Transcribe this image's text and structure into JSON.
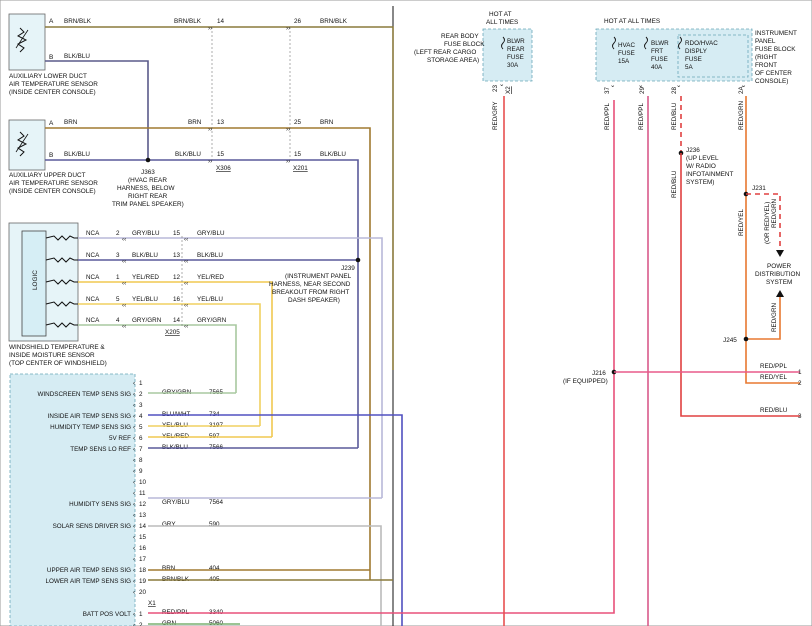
{
  "sensors": {
    "lower_duct": {
      "label_1": "AUXILIARY LOWER DUCT",
      "label_2": "AIR TEMPERATURE SENSOR",
      "label_3": "(INSIDE CENTER CONSOLE)",
      "pin_a": "A",
      "pin_b": "B"
    },
    "upper_duct": {
      "label_1": "AUXILIARY UPPER DUCT",
      "label_2": "AIR TEMPERATURE SENSOR",
      "label_3": "(INSIDE CENTER CONSOLE)",
      "pin_a": "A",
      "pin_b": "B"
    },
    "windshield": {
      "logic": "LOGIC",
      "label_1": "WINDSHIELD TEMPERATURE &",
      "label_2": "INSIDE MOISTURE SENSOR",
      "label_3": "(TOP CENTER OF WINDSHIELD)"
    }
  },
  "top_wires": [
    {
      "c1": "BRN/BLK",
      "c2": "BRN/BLK",
      "p1": "14",
      "p2": "26",
      "c3": "BRN/BLK"
    },
    {
      "c1": "BLK/BLU"
    },
    {
      "c1": "BRN",
      "c2": "BRN",
      "p1": "13",
      "p2": "25",
      "c3": "BRN"
    },
    {
      "c1": "BLK/BLU",
      "c2": "BLK/BLU",
      "p1": "15",
      "p2": "15",
      "c3": "BLK/BLU"
    }
  ],
  "conn_labels": {
    "x306": "X306",
    "x201": "X201",
    "x205": "X205",
    "x1": "X1"
  },
  "splices": {
    "j363": {
      "name": "J363",
      "desc_1": "(HVAC REAR",
      "desc_2": "HARNESS, BELOW",
      "desc_3": "RIGHT REAR",
      "desc_4": "TRIM PANEL SPEAKER)"
    },
    "j239": {
      "name": "J239",
      "desc_1": "(INSTRUMENT PANEL",
      "desc_2": "HARNESS, NEAR SECOND",
      "desc_3": "BREAKOUT FROM RIGHT",
      "desc_4": "DASH SPEAKER)"
    },
    "j236": {
      "name": "J236",
      "desc_1": "(UP LEVEL",
      "desc_2": "W/ RADIO",
      "desc_3": "INFOTAINMENT",
      "desc_4": "SYSTEM)"
    },
    "j231": {
      "name": "J231"
    },
    "j245": {
      "name": "J245"
    },
    "j216": {
      "name": "J216",
      "desc": "(IF EQUIPPED)"
    }
  },
  "ws_wires": [
    {
      "nca": "NCA",
      "pin": "2",
      "color": "GRY/BLU",
      "cpin": "15",
      "color2": "GRY/BLU"
    },
    {
      "nca": "NCA",
      "pin": "3",
      "color": "BLK/BLU",
      "cpin": "13",
      "color2": "BLK/BLU"
    },
    {
      "nca": "NCA",
      "pin": "1",
      "color": "YEL/RED",
      "cpin": "12",
      "color2": "YEL/RED"
    },
    {
      "nca": "NCA",
      "pin": "5",
      "color": "YEL/BLU",
      "cpin": "16",
      "color2": "YEL/BLU"
    },
    {
      "nca": "NCA",
      "pin": "4",
      "color": "GRY/GRN",
      "cpin": "14",
      "color2": "GRY/GRN"
    }
  ],
  "module": {
    "pins": [
      {
        "n": "1",
        "name": "",
        "color": "",
        "circuit": ""
      },
      {
        "n": "2",
        "name": "WINDSCREEN TEMP SENS SIG",
        "color": "GRY/GRN",
        "circuit": "7565"
      },
      {
        "n": "3",
        "name": "",
        "color": "",
        "circuit": ""
      },
      {
        "n": "4",
        "name": "INSIDE AIR TEMP SENS SIG",
        "color": "BLU/WHT",
        "circuit": "734"
      },
      {
        "n": "5",
        "name": "HUMIDITY TEMP SENS SIG",
        "color": "YEL/BLU",
        "circuit": "3197"
      },
      {
        "n": "6",
        "name": "5V REF",
        "color": "YEL/RED",
        "circuit": "597"
      },
      {
        "n": "7",
        "name": "TEMP SENS LO REF",
        "color": "BLK/BLU",
        "circuit": "7566"
      },
      {
        "n": "8",
        "name": "",
        "color": "",
        "circuit": ""
      },
      {
        "n": "9",
        "name": "",
        "color": "",
        "circuit": ""
      },
      {
        "n": "10",
        "name": "",
        "color": "",
        "circuit": ""
      },
      {
        "n": "11",
        "name": "",
        "color": "",
        "circuit": ""
      },
      {
        "n": "12",
        "name": "HUMIDITY SENS SIG",
        "color": "GRY/BLU",
        "circuit": "7564"
      },
      {
        "n": "13",
        "name": "",
        "color": "",
        "circuit": ""
      },
      {
        "n": "14",
        "name": "SOLAR SENS DRIVER SIG",
        "color": "GRY",
        "circuit": "590"
      },
      {
        "n": "15",
        "name": "",
        "color": "",
        "circuit": ""
      },
      {
        "n": "16",
        "name": "",
        "color": "",
        "circuit": ""
      },
      {
        "n": "17",
        "name": "",
        "color": "",
        "circuit": ""
      },
      {
        "n": "18",
        "name": "UPPER AIR TEMP SENS SIG",
        "color": "BRN",
        "circuit": "404"
      },
      {
        "n": "19",
        "name": "LOWER AIR TEMP SENS SIG",
        "color": "BRN/BLK",
        "circuit": "405"
      },
      {
        "n": "20",
        "name": "",
        "color": "",
        "circuit": ""
      }
    ],
    "x1_pins": [
      {
        "n": "1",
        "name": "BATT POS VOLT",
        "color": "RED/PPL",
        "circuit": "3340"
      },
      {
        "n": "2",
        "name": "",
        "color": "GRN",
        "circuit": "5060"
      }
    ]
  },
  "rear_fuse_block": {
    "hot_1": "HOT AT",
    "hot_2": "ALL TIMES",
    "label_1": "REAR BODY",
    "label_2": "FUSE BLOCK",
    "label_3": "(LEFT REAR CARGO",
    "label_4": "STORAGE AREA)",
    "fuse_1": "BLWR",
    "fuse_2": "REAR",
    "fuse_3": "FUSE",
    "fuse_4": "30A",
    "pin_a": "23",
    "pin_b": "X2",
    "wire": "RED/GRY"
  },
  "ip_fuse_block": {
    "hot": "HOT AT ALL TIMES",
    "label_1": "INSTRUMENT",
    "label_2": "PANEL",
    "label_3": "FUSE BLOCK",
    "label_4": "(RIGHT",
    "label_5": "FRONT",
    "label_6": "OF CENTER",
    "label_7": "CONSOLE)",
    "fuses": [
      {
        "l1": "HVAC",
        "l2": "FUSE",
        "l3": "15A",
        "pin": "37",
        "wire": "RED/PPL"
      },
      {
        "l1": "BLWR",
        "l2": "FRT",
        "l3": "FUSE",
        "l4": "40A",
        "pin": "29",
        "wire": "RED/PPL"
      },
      {
        "l1": "RDO/HVAC",
        "l2": "DISPLY",
        "l3": "FUSE",
        "l4": "5A",
        "pin": "28",
        "wire": "RED/BLU"
      },
      {
        "pin": "2A",
        "wire": "RED/GRN"
      }
    ]
  },
  "right_side": {
    "j236_wire": "RED/BLU",
    "j231_wire": "RED/YEL",
    "or_text_1": "(OR RED/YEL)",
    "or_text_2": "RED/GRN",
    "pds_1": "POWER",
    "pds_2": "DISTRIBUTION",
    "pds_3": "SYSTEM",
    "pds_wire": "RED/GRN",
    "out_1": "RED/PPL",
    "out_2": "RED/YEL",
    "out_3": "RED/BLU",
    "ref_1": "1",
    "ref_2": "2",
    "ref_3": "3"
  }
}
